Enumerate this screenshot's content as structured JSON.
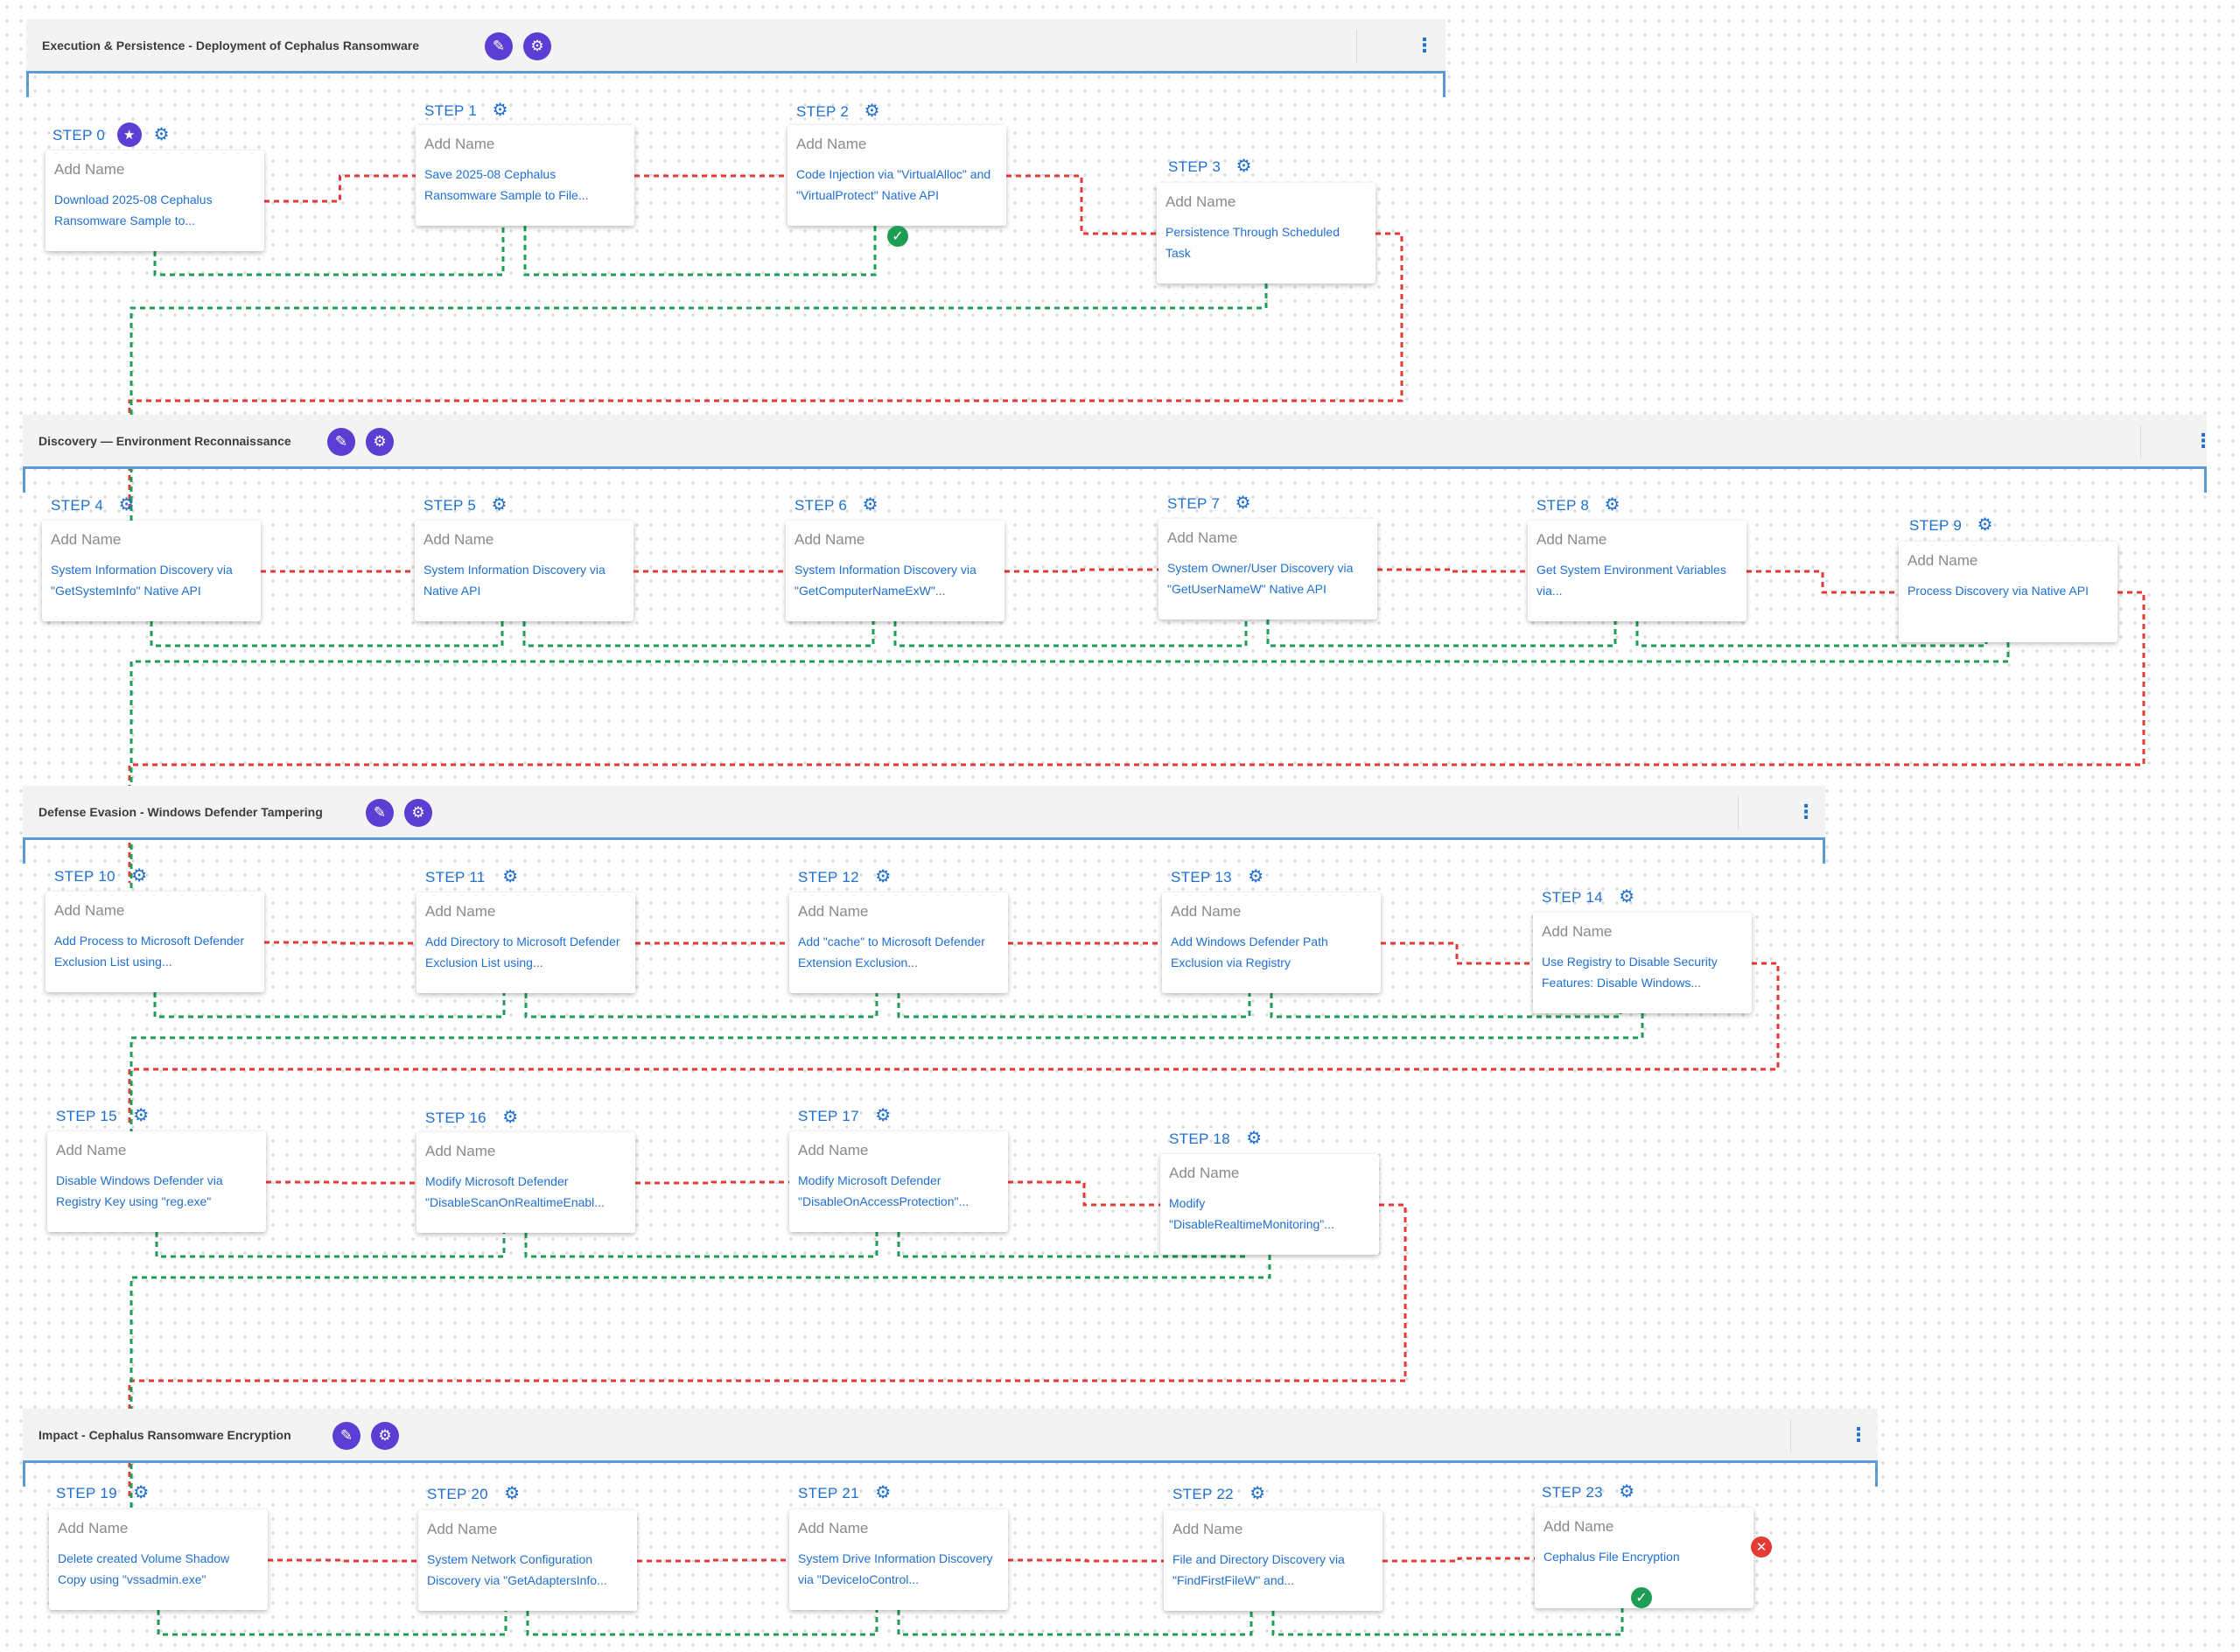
{
  "phases": [
    {
      "title": "Execution & Persistence - Deployment of Cephalus Ransomware",
      "edit_icon": "pencil-icon",
      "settings_icon": "gear-cog-icon",
      "menu_icon": "more-vertical-icon",
      "menu_glyph": "⋮"
    },
    {
      "title": "Discovery — Environment Reconnaissance",
      "edit_icon": "pencil-icon",
      "settings_icon": "gear-cog-icon",
      "menu_icon": "more-vertical-icon",
      "menu_glyph": "⋮"
    },
    {
      "title": "Defense Evasion - Windows Defender Tampering",
      "edit_icon": "pencil-icon",
      "settings_icon": "gear-cog-icon",
      "menu_icon": "more-vertical-icon",
      "menu_glyph": "⋮"
    },
    {
      "title": "Impact - Cephalus Ransomware Encryption",
      "edit_icon": "pencil-icon",
      "settings_icon": "gear-cog-icon",
      "menu_icon": "more-vertical-icon",
      "menu_glyph": "⋮"
    }
  ],
  "steps": [
    {
      "label": "STEP 0",
      "name": "Add Name",
      "desc": "Download 2025-08 Cephalus Ransomware Sample to..."
    },
    {
      "label": "STEP 1",
      "name": "Add Name",
      "desc": "Save 2025-08 Cephalus Ransomware Sample to File..."
    },
    {
      "label": "STEP 2",
      "name": "Add Name",
      "desc": "Code Injection via \"VirtualAlloc\" and \"VirtualProtect\" Native API"
    },
    {
      "label": "STEP 3",
      "name": "Add Name",
      "desc": "Persistence Through Scheduled Task"
    },
    {
      "label": "STEP 4",
      "name": "Add Name",
      "desc": "System Information Discovery via \"GetSystemInfo\" Native API"
    },
    {
      "label": "STEP 5",
      "name": "Add Name",
      "desc": "System Information Discovery via Native API"
    },
    {
      "label": "STEP 6",
      "name": "Add Name",
      "desc": "System Information Discovery via \"GetComputerNameExW\"..."
    },
    {
      "label": "STEP 7",
      "name": "Add Name",
      "desc": "System Owner/User Discovery via \"GetUserNameW\" Native API"
    },
    {
      "label": "STEP 8",
      "name": "Add Name",
      "desc": "Get System Environment Variables via..."
    },
    {
      "label": "STEP 9",
      "name": "Add Name",
      "desc": "Process Discovery via Native API"
    },
    {
      "label": "STEP 10",
      "name": "Add Name",
      "desc": "Add Process to Microsoft Defender Exclusion List using..."
    },
    {
      "label": "STEP 11",
      "name": "Add Name",
      "desc": "Add Directory to Microsoft Defender Exclusion List using..."
    },
    {
      "label": "STEP 12",
      "name": "Add Name",
      "desc": "Add \"cache\" to Microsoft Defender Extension Exclusion..."
    },
    {
      "label": "STEP 13",
      "name": "Add Name",
      "desc": "Add Windows Defender Path Exclusion via Registry"
    },
    {
      "label": "STEP 14",
      "name": "Add Name",
      "desc": "Use Registry to Disable Security Features: Disable Windows..."
    },
    {
      "label": "STEP 15",
      "name": "Add Name",
      "desc": "Disable Windows Defender via Registry Key using \"reg.exe\""
    },
    {
      "label": "STEP 16",
      "name": "Add Name",
      "desc": "Modify Microsoft Defender \"DisableScanOnRealtimeEnabl..."
    },
    {
      "label": "STEP 17",
      "name": "Add Name",
      "desc": "Modify Microsoft Defender \"DisableOnAccessProtection\"..."
    },
    {
      "label": "STEP 18",
      "name": "Add Name",
      "desc": "Modify \"DisableRealtimeMonitoring\"..."
    },
    {
      "label": "STEP 19",
      "name": "Add Name",
      "desc": "Delete created Volume Shadow Copy using \"vssadmin.exe\""
    },
    {
      "label": "STEP 20",
      "name": "Add Name",
      "desc": "System Network Configuration Discovery via \"GetAdaptersInfo..."
    },
    {
      "label": "STEP 21",
      "name": "Add Name",
      "desc": "System Drive Information Discovery via \"DeviceIoControl..."
    },
    {
      "label": "STEP 22",
      "name": "Add Name",
      "desc": "File and Directory Discovery via \"FindFirstFileW\" and..."
    },
    {
      "label": "STEP 23",
      "name": "Add Name",
      "desc": "Cephalus File Encryption"
    }
  ],
  "badges": {
    "start_icon": "star-icon",
    "success_icon": "check-circle-icon",
    "error_icon": "error-x-icon"
  },
  "colors": {
    "accent": "#1f6fd1",
    "phase_button": "#5b3fd4",
    "phase_border": "#5b9bd5",
    "success_link": "#1e9e55",
    "failure_link": "#e53935",
    "success_badge": "#1e9e55",
    "error_badge": "#e53935"
  }
}
